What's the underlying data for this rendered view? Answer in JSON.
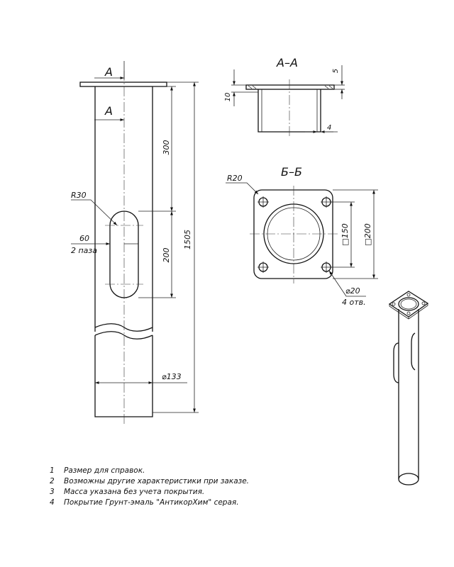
{
  "section_a_marker": "А",
  "section_aa": {
    "title": "А–А",
    "dim_top": "5",
    "dim_flange": "10",
    "dim_wall": "4"
  },
  "section_bb": {
    "title": "Б–Б",
    "dim_radius": "R20",
    "dim_inner": "□150",
    "dim_outer": "□200",
    "dim_hole": "⌀20",
    "dim_hole_count": "4 отв."
  },
  "main_view": {
    "dim_radius": "R30",
    "dim_slot_width": "60",
    "dim_slot_count": "2 паза",
    "dim_300": "300",
    "dim_200": "200",
    "dim_total": "1505",
    "dim_diameter": "⌀133"
  },
  "notes": [
    {
      "num": "1",
      "text": "Размер для справок."
    },
    {
      "num": "2",
      "text": "Возможны другие характеристики при заказе."
    },
    {
      "num": "3",
      "text": "Масса указана без учета покрытия."
    },
    {
      "num": "4",
      "text": "Покрытие Грунт-эмаль \"АнтикорХим\" серая."
    }
  ]
}
